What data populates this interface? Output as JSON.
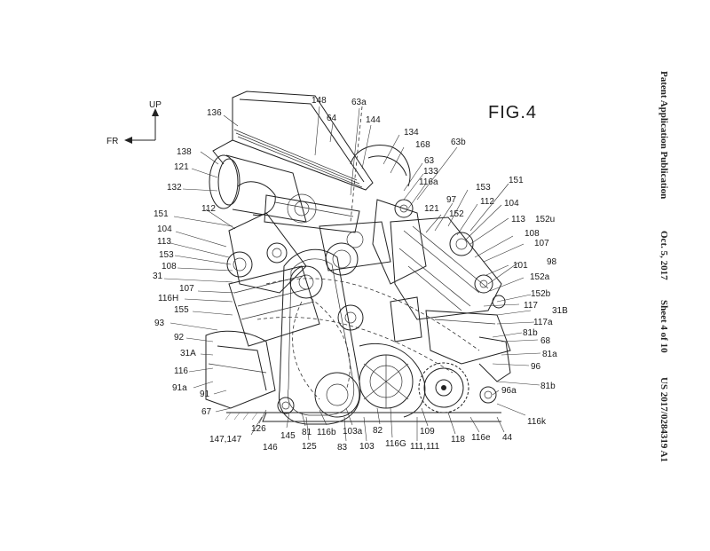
{
  "figure": {
    "title": "FIG.4",
    "orientation": {
      "up": "UP",
      "front": "FR"
    }
  },
  "margin_header": {
    "publication": "Patent Application Publication",
    "date": "Oct. 5, 2017",
    "sheet": "Sheet 4 of 10",
    "number": "US 2017/0284319 A1"
  },
  "labels": {
    "l148": "148",
    "l63a": "63a",
    "l136": "136",
    "l64": "64",
    "l144": "144",
    "l134": "134",
    "l168": "168",
    "l63b": "63b",
    "l138": "138",
    "l63": "63",
    "l121a": "121",
    "l133": "133",
    "l116a": "116a",
    "l132": "132",
    "l153a": "153",
    "l151a": "151",
    "l97": "97",
    "l112a": "112",
    "l121b": "121",
    "l152": "152",
    "l112b": "112",
    "l104a": "104",
    "l151b": "151",
    "l113a": "113",
    "l152u": "152u",
    "l104b": "104",
    "l108a": "108",
    "l113b": "113",
    "l107a": "107",
    "l153b": "153",
    "l101": "101",
    "l108b": "108",
    "l98": "98",
    "l31": "31",
    "l152a": "152a",
    "l107b": "107",
    "l152b": "152b",
    "l116H": "116H",
    "l117": "117",
    "l155": "155",
    "l31B": "31B",
    "l117a": "117a",
    "l93": "93",
    "l81b1": "81b",
    "l92": "92",
    "l68": "68",
    "l31A": "31A",
    "l81a": "81a",
    "l116": "116",
    "l96": "96",
    "l91a": "91a",
    "l96a": "96a",
    "l91": "91",
    "l81b2": "81b",
    "l67": "67",
    "l116k": "116k",
    "l126": "126",
    "l145": "145",
    "l81": "81",
    "l116b": "116b",
    "l103a": "103a",
    "l82": "82",
    "l109": "109",
    "l116e": "116e",
    "l44": "44",
    "l147": "147,147",
    "l146": "146",
    "l125": "125",
    "l83": "83",
    "l103": "103",
    "l116G": "116G",
    "l111": "111,111",
    "l118": "118"
  }
}
